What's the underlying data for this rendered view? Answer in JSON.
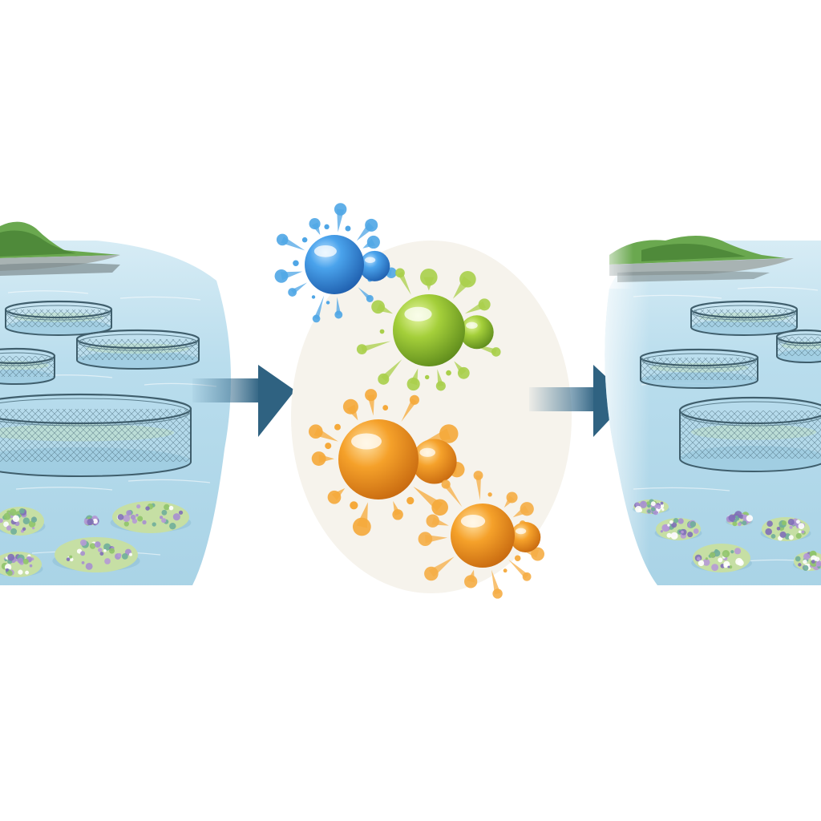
{
  "diagram": {
    "panels": [
      {
        "name": "before-farm-scene",
        "cages": 4,
        "waste_mounds": 5
      },
      {
        "name": "treatment-agents",
        "blobs": 4
      },
      {
        "name": "after-farm-scene",
        "cages": 4,
        "waste_mounds": 6
      }
    ],
    "arrows": 2,
    "icons": [
      "island-icon",
      "fish-cage-icon",
      "waste-mound-icon",
      "droplet-blob-icon",
      "arrow-right-icon"
    ]
  },
  "colors": {
    "water": "#b9dded",
    "water_deep": "#8cc5de",
    "shore_green": "#6aa84f",
    "net": "#4a6b7a",
    "arrow": "#3b6f8f",
    "blob_blue": "#3a8fdc",
    "blob_green": "#9cc83a",
    "blob_orange": "#f2961e",
    "halo": "#f5f2ea"
  }
}
